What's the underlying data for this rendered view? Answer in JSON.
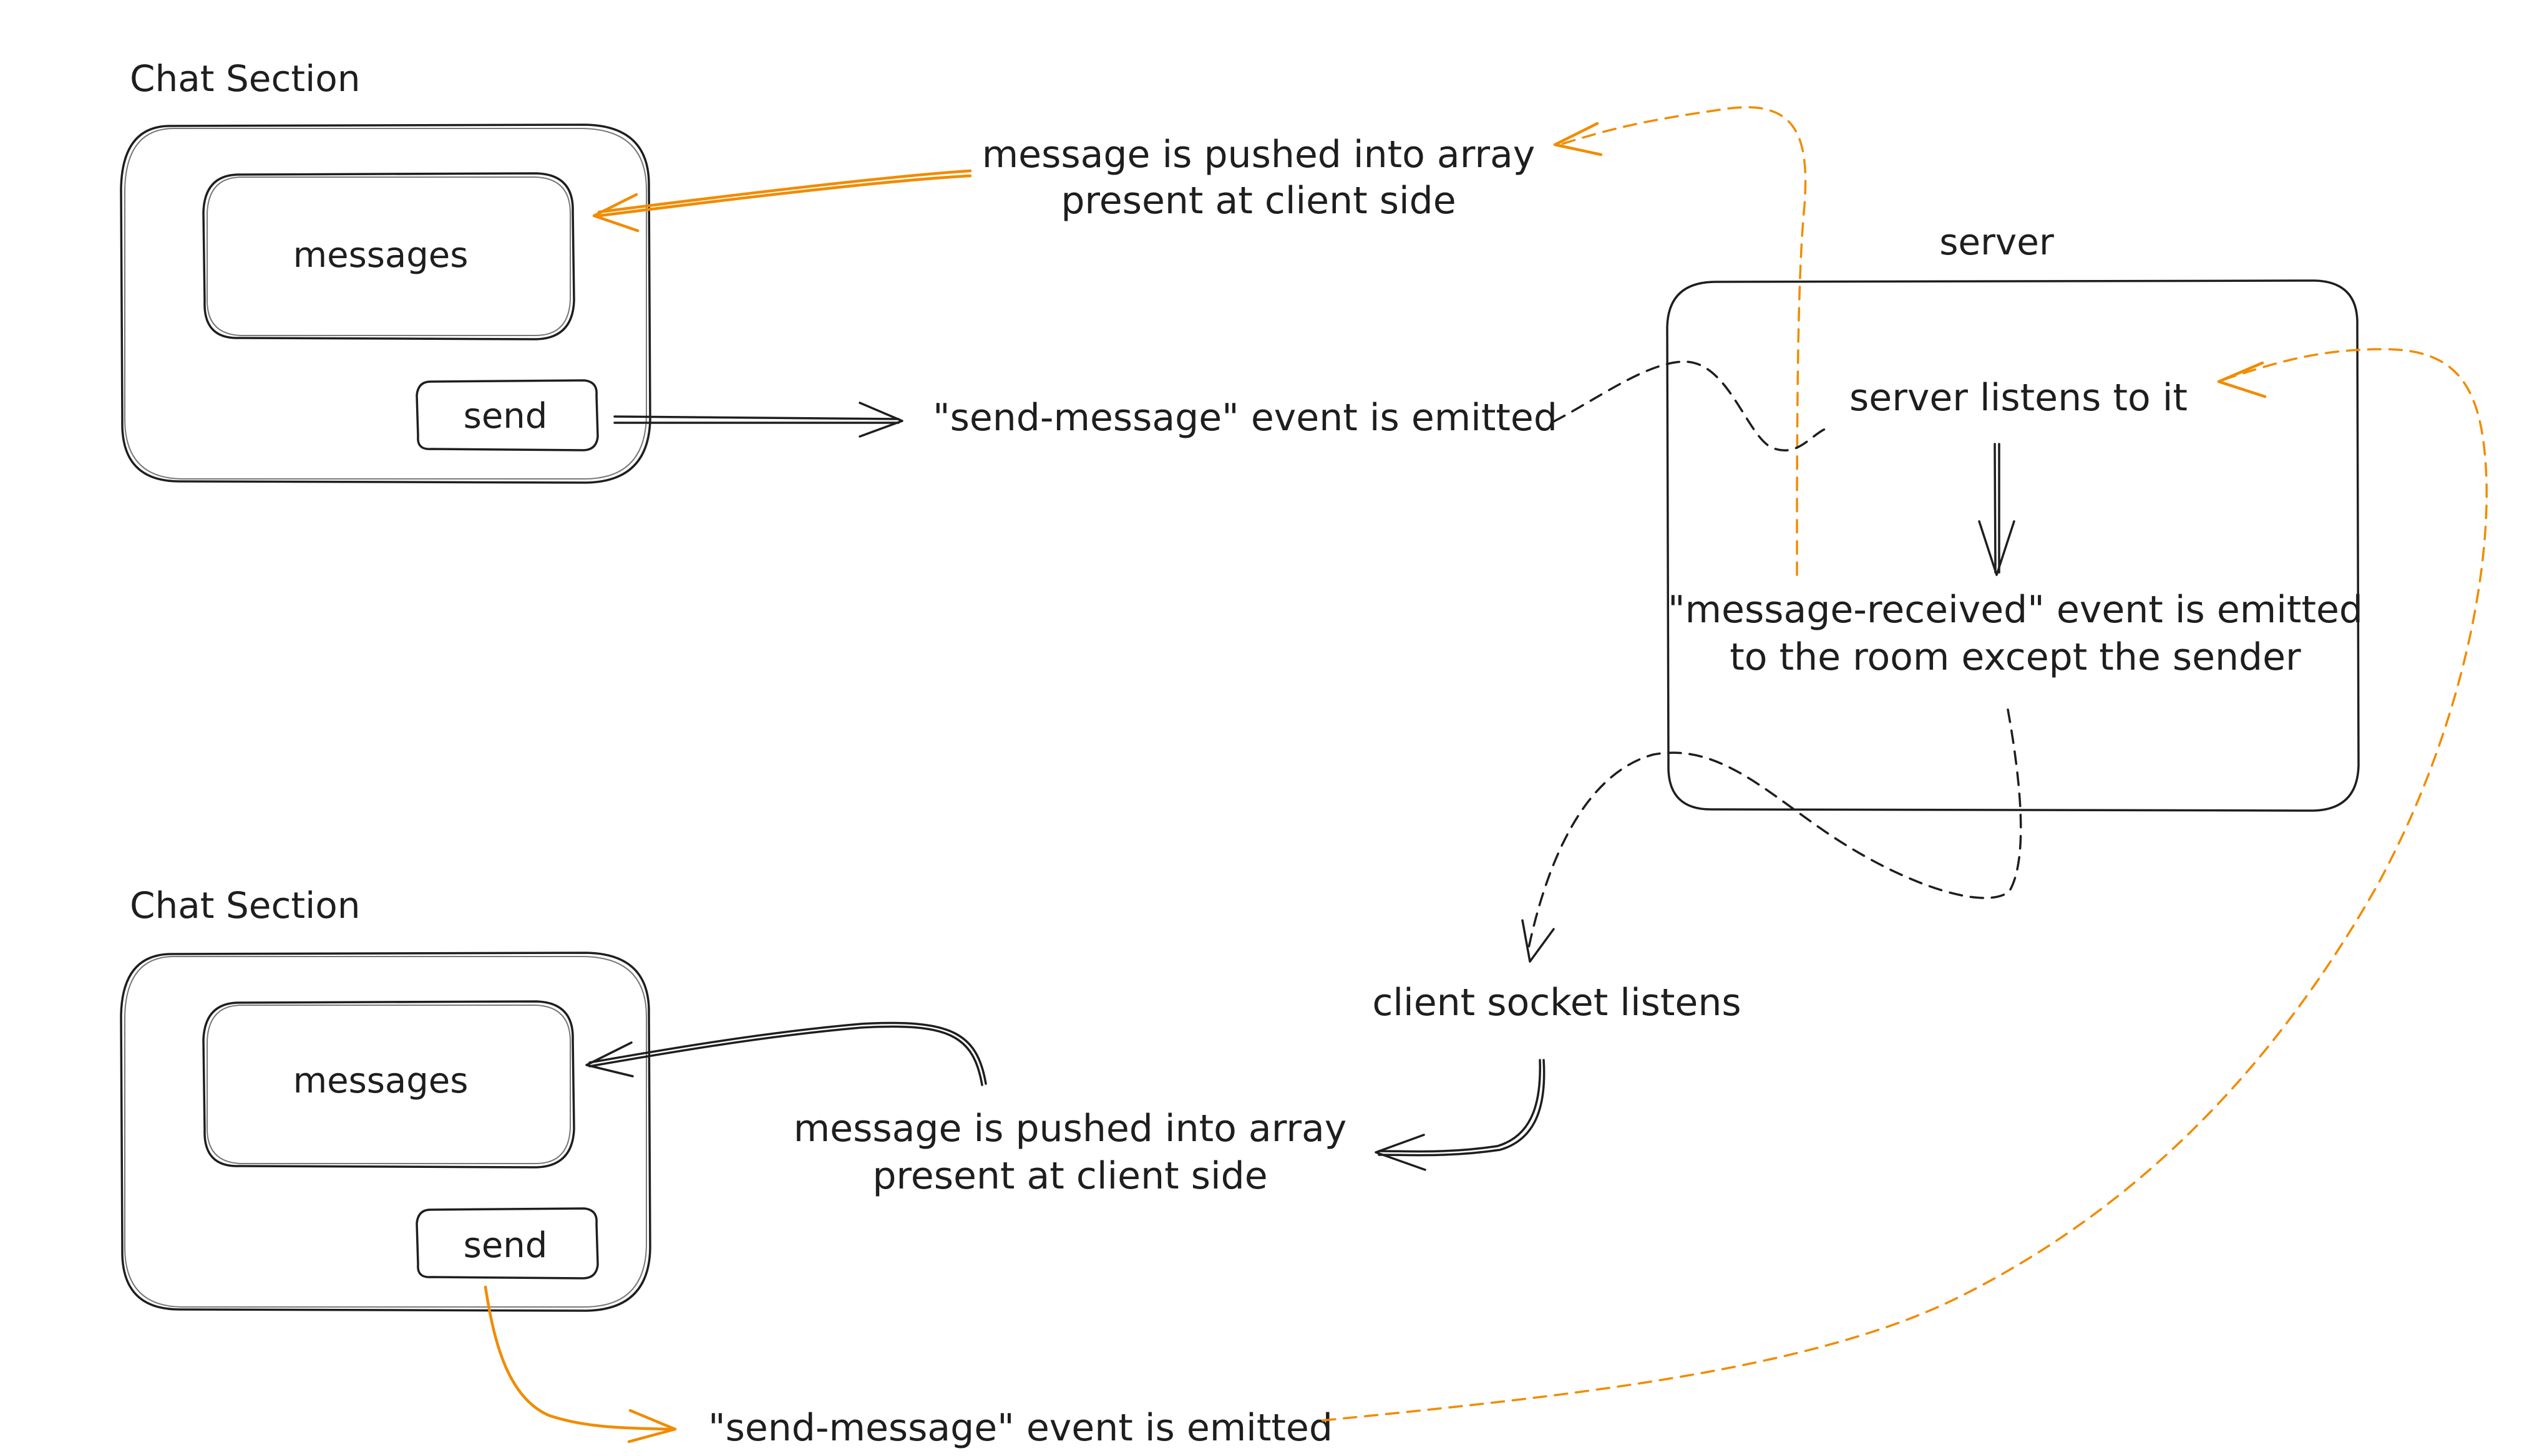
{
  "top_client": {
    "title": "Chat Section",
    "messages_label": "messages",
    "send_label": "send",
    "emit_note": "\"send-message\" event is emitted",
    "push_note": [
      "message is pushed into array",
      "present at client side"
    ]
  },
  "server": {
    "title": "server",
    "listens_note": "server listens to it",
    "received_note": [
      "\"message-received\" event is emitted",
      "to the room except the sender"
    ]
  },
  "bottom_client": {
    "title": "Chat Section",
    "messages_label": "messages",
    "send_label": "send",
    "listen_note": "client socket listens",
    "push_note": [
      "message is pushed into array",
      "present at client side"
    ],
    "emit_note": "\"send-message\" event is emitted"
  },
  "colors": {
    "ink": "#1e1e1e",
    "highlight_orange": "#f08c00",
    "background": "#ffffff"
  }
}
